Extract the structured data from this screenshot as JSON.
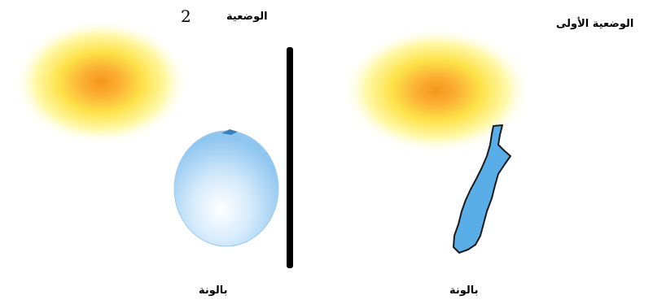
{
  "situation_1": {
    "title": "الوضعية الأولى",
    "balloon_label": "بالونة"
  },
  "situation_2": {
    "title": "الوضعية",
    "number": "2",
    "balloon_label": "بالونة"
  },
  "colors": {
    "sun_core": "#f7941d",
    "sun_glow": "#fff200",
    "balloon_inflated": "#a9d4f5",
    "balloon_deflated": "#5aaee8",
    "wall": "#000000"
  }
}
